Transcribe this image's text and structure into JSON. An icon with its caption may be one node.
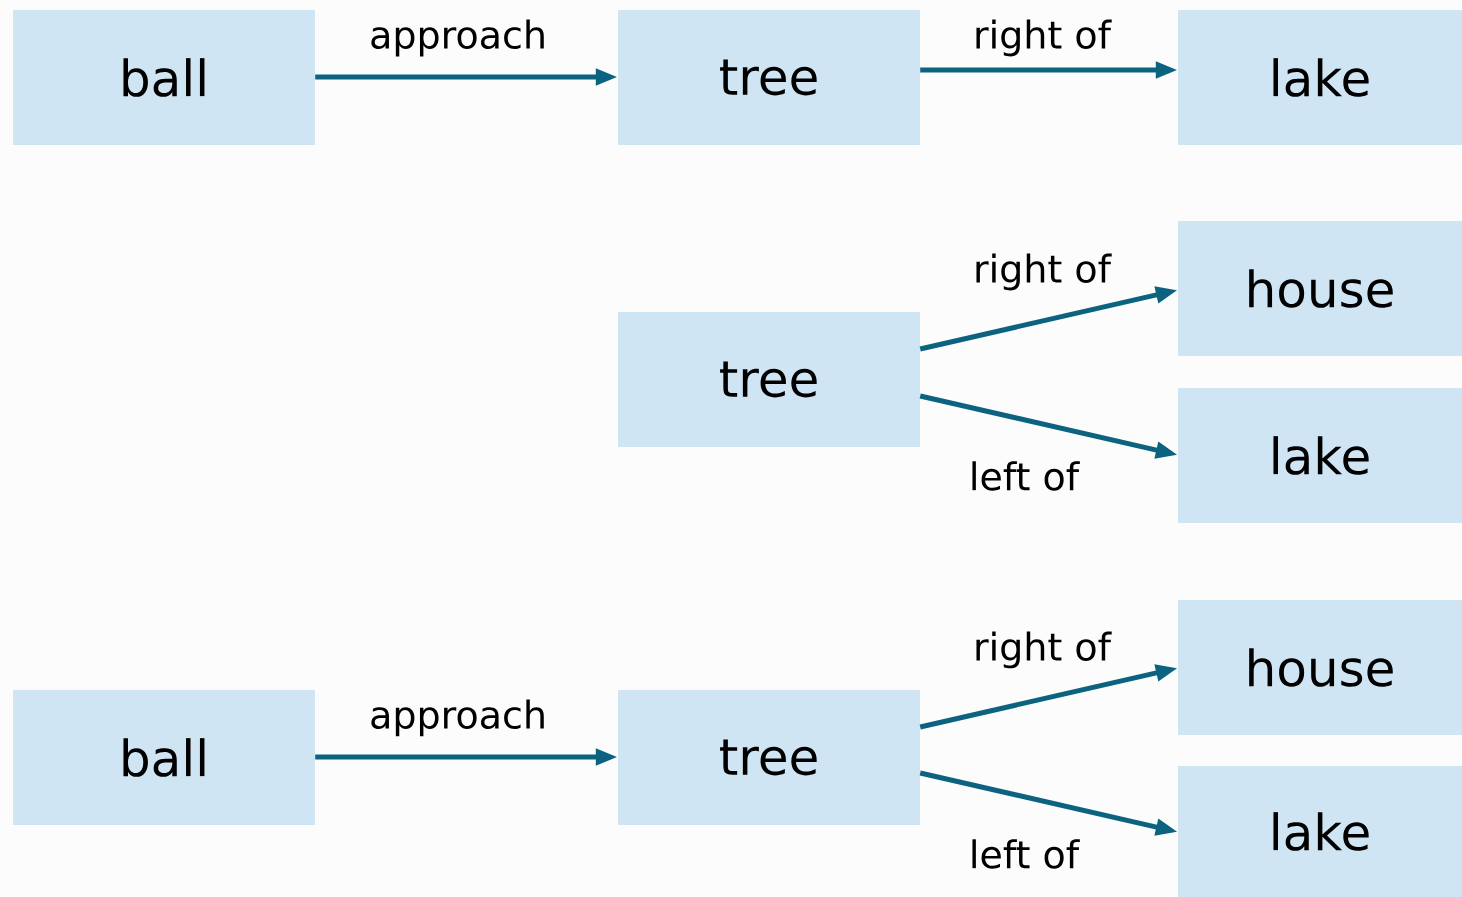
{
  "diagram": {
    "nodes": [
      {
        "text": [
          "ball"
        ]
      },
      {
        "text": [
          "tree"
        ]
      },
      {
        "text": [
          "lake"
        ]
      },
      {
        "text": [
          "tree"
        ]
      },
      {
        "text": [
          "house"
        ]
      },
      {
        "text": [
          "lake"
        ]
      },
      {
        "text": [
          "ball"
        ]
      },
      {
        "text": [
          "tree"
        ]
      },
      {
        "text": [
          "house"
        ]
      },
      {
        "text": [
          "lake"
        ]
      }
    ],
    "edges": [
      {
        "from": 0,
        "to": 1,
        "arrow": "to",
        "label": "approach"
      },
      {
        "from": 1,
        "to": 2,
        "arrow": "to",
        "label": "right of"
      },
      {
        "from": 3,
        "to": 4,
        "arrow": "to",
        "label": "right of"
      },
      {
        "from": 3,
        "to": 5,
        "arrow": "to",
        "label": "left of"
      },
      {
        "from": 6,
        "to": 7,
        "arrow": "to",
        "label": "approach"
      },
      {
        "from": 7,
        "to": 8,
        "arrow": "to",
        "label": "right of"
      },
      {
        "from": 7,
        "to": 9,
        "arrow": "to",
        "label": "left of"
      }
    ]
  }
}
